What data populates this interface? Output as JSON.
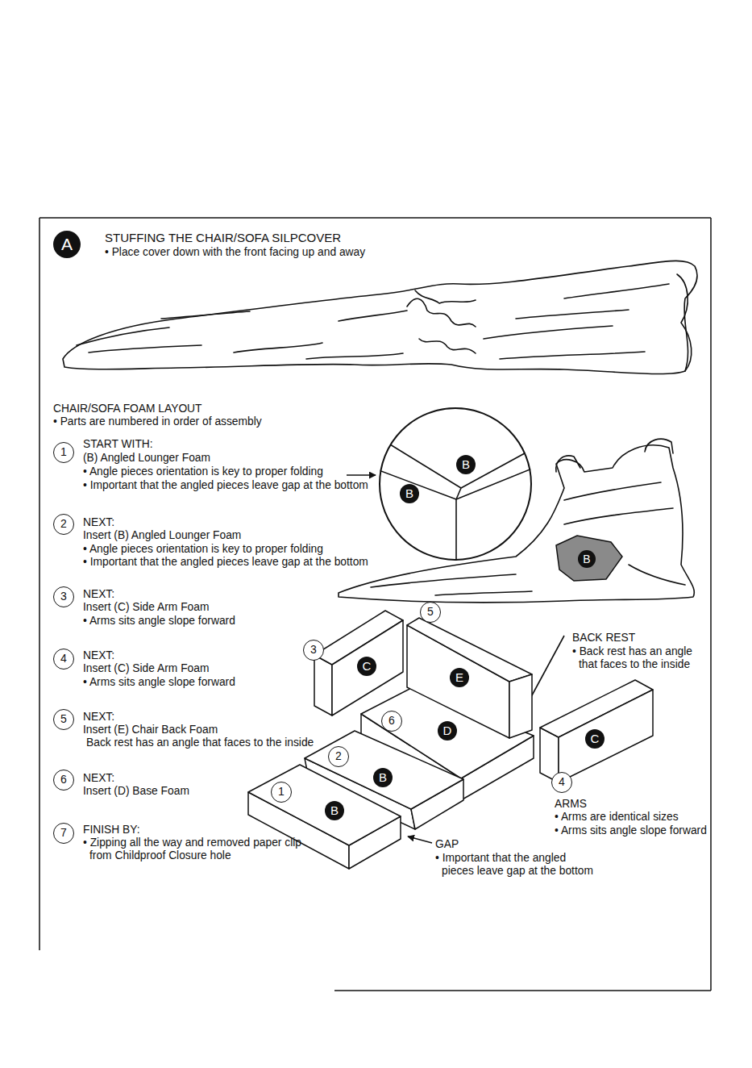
{
  "diagram": {
    "title": "STUFFING THE CHAIR/SOFA SILPCOVER",
    "nodes": [
      {
        "text": [
          "A"
        ]
      },
      {
        "text": [
          "B",
          "B"
        ]
      },
      {
        "text": [
          "B"
        ]
      },
      {
        "text": [
          "1"
        ]
      },
      {
        "text": [
          "2"
        ]
      },
      {
        "text": [
          "3"
        ]
      },
      {
        "text": [
          "4"
        ]
      },
      {
        "text": [
          "5"
        ]
      },
      {
        "text": [
          "6"
        ]
      },
      {
        "text": [
          "7"
        ]
      },
      {
        "text": [
          "3",
          "C"
        ]
      },
      {
        "text": [
          "6",
          "D"
        ]
      },
      {
        "text": [
          "5",
          "E"
        ]
      },
      {
        "text": [
          "4",
          "C"
        ]
      },
      {
        "text": [
          "2",
          "B"
        ]
      },
      {
        "text": [
          "1",
          "B"
        ]
      }
    ],
    "labels": [
      "• Place cover down with the front facing up and away",
      "CHAIR/SOFA FOAM LAYOUT",
      "• Parts are numbered in order of assembly",
      "START WITH:",
      "(B) Angled Lounger Foam",
      "• Angle pieces orientation is key to proper folding",
      "• Important that the angled pieces leave gap at the bottom",
      "NEXT:",
      "Insert (B) Angled Lounger Foam",
      "• Angle pieces orientation is key to proper folding",
      "• Important that the angled pieces leave gap at the bottom",
      "NEXT:",
      "Insert (C) Side Arm Foam",
      "• Arms sits angle slope forward",
      "NEXT:",
      "Insert (C) Side Arm Foam",
      "• Arms sits angle slope forward",
      "NEXT:",
      "Insert (E) Chair Back Foam",
      "Back rest has an angle that faces to the inside",
      "NEXT:",
      "Insert (D) Base Foam",
      "FINISH BY:",
      "• Zipping all the way and removed paper clip from Childproof Closure hole",
      "BACK REST",
      "• Back rest has an angle that faces to the inside",
      "ARMS",
      "• Arms are identical sizes",
      "• Arms sits angle slope forward",
      "GAP",
      "• Important that the angled pieces leave gap at the bottom"
    ]
  }
}
